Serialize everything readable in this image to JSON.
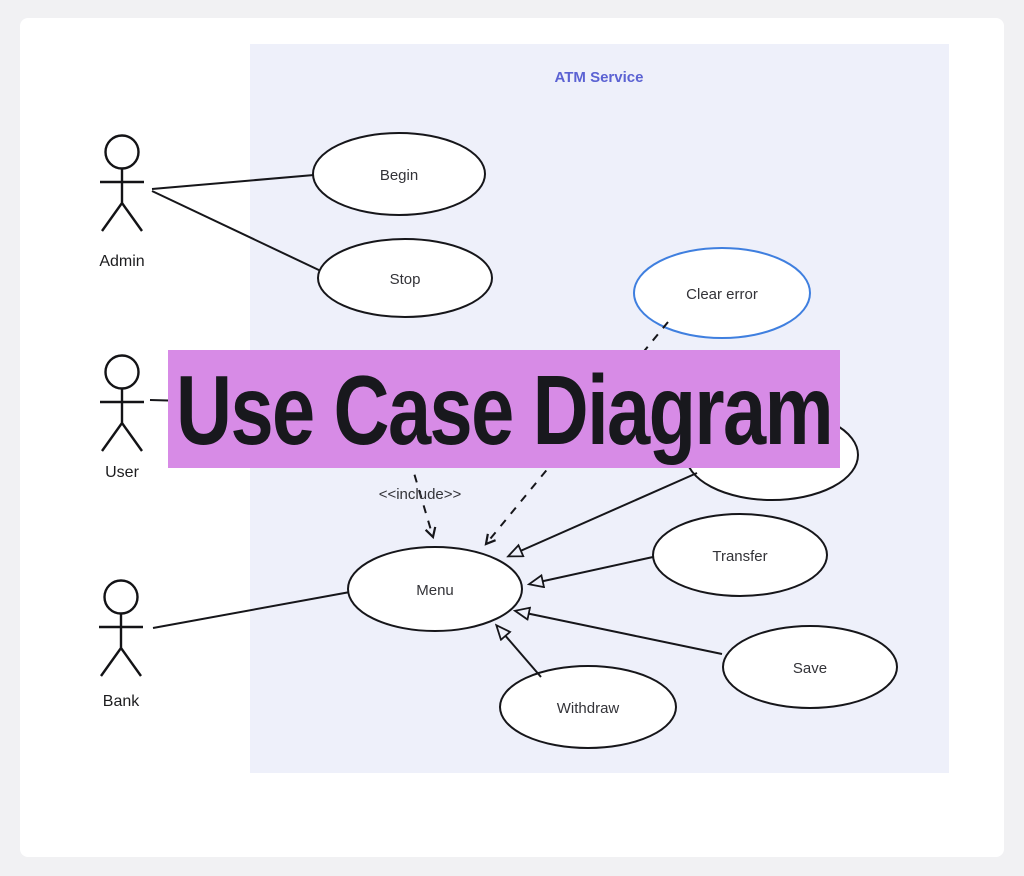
{
  "page": {
    "background": "#f1f1f3",
    "card_color": "#ffffff"
  },
  "diagram": {
    "boundary": {
      "label": "ATM Service",
      "fill": "#eef0fa",
      "label_color": "#5b62d3"
    },
    "banner": {
      "label": "Use Case Diagram",
      "fill": "#d78be6",
      "text_color": "#18181d"
    },
    "actors": [
      {
        "label": "Admin"
      },
      {
        "label": "User"
      },
      {
        "label": "Bank"
      }
    ],
    "use_cases": [
      {
        "label": "Begin",
        "stroke": "#16161a"
      },
      {
        "label": "Stop",
        "stroke": "#16161a"
      },
      {
        "label": "Clear error",
        "stroke": "#3f7fdf"
      },
      {
        "label": "Menu",
        "stroke": "#16161a"
      },
      {
        "label": "Transfer",
        "stroke": "#16161a"
      },
      {
        "label": "Save",
        "stroke": "#16161a"
      },
      {
        "label": "Withdraw",
        "stroke": "#16161a"
      },
      {
        "label": "",
        "stroke": "#16161a"
      }
    ],
    "edge_label": "<<include>>"
  }
}
